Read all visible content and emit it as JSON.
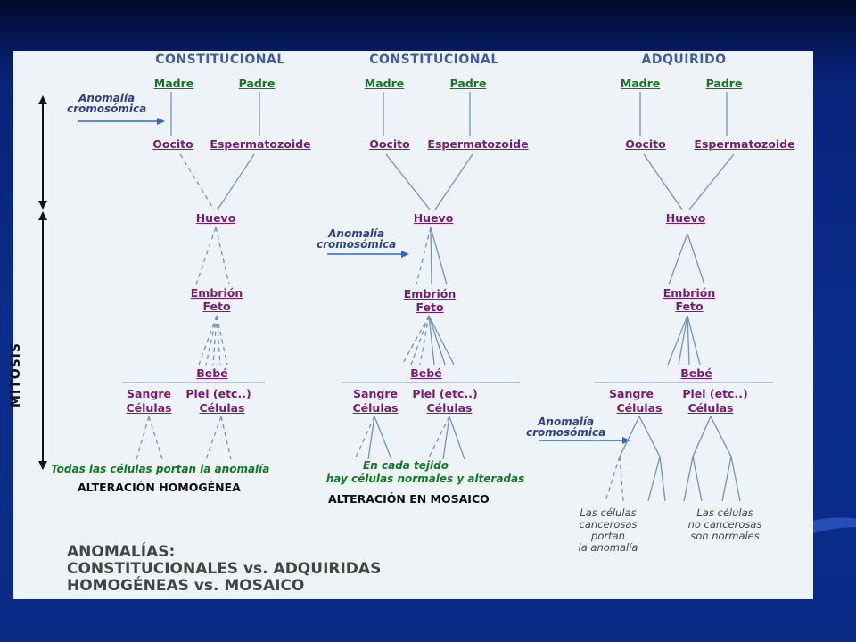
{
  "headers": [
    "CONSTITUCIONAL",
    "CONSTITUCIONAL",
    "ADQUIRIDO"
  ],
  "labels": {
    "madre": "Madre",
    "padre": "Padre",
    "oocito": "Oocito",
    "espermatozoide": "Espermatozoide",
    "huevo": "Huevo",
    "embrion": "Embrión",
    "feto": "Feto",
    "bebe": "Bebé",
    "sangre": "Sangre",
    "piel": "Piel (etc..)",
    "celulas": "Células"
  },
  "anomaly_note": [
    "Anomalía",
    "cromosómica"
  ],
  "mitosis": "MITOSIS",
  "col1": {
    "note": "Todas las células portan la anomalía",
    "footer": "ALTERACIÓN HOMOGÉNEA"
  },
  "col2": {
    "note_l1": "En cada tejido",
    "note_l2": "hay células normales y alteradas",
    "footer": "ALTERACIÓN EN MOSAICO"
  },
  "col3": {
    "left_note": [
      "Las células",
      "cancerosas",
      "portan",
      "la anomalía"
    ],
    "right_note": [
      "Las células",
      "no cancerosas",
      "son normales"
    ]
  },
  "summary": [
    "ANOMALÍAS:",
    "CONSTITUCIONALES vs. ADQUIRIDAS",
    "HOMOGÉNEAS vs. MOSAICO"
  ]
}
